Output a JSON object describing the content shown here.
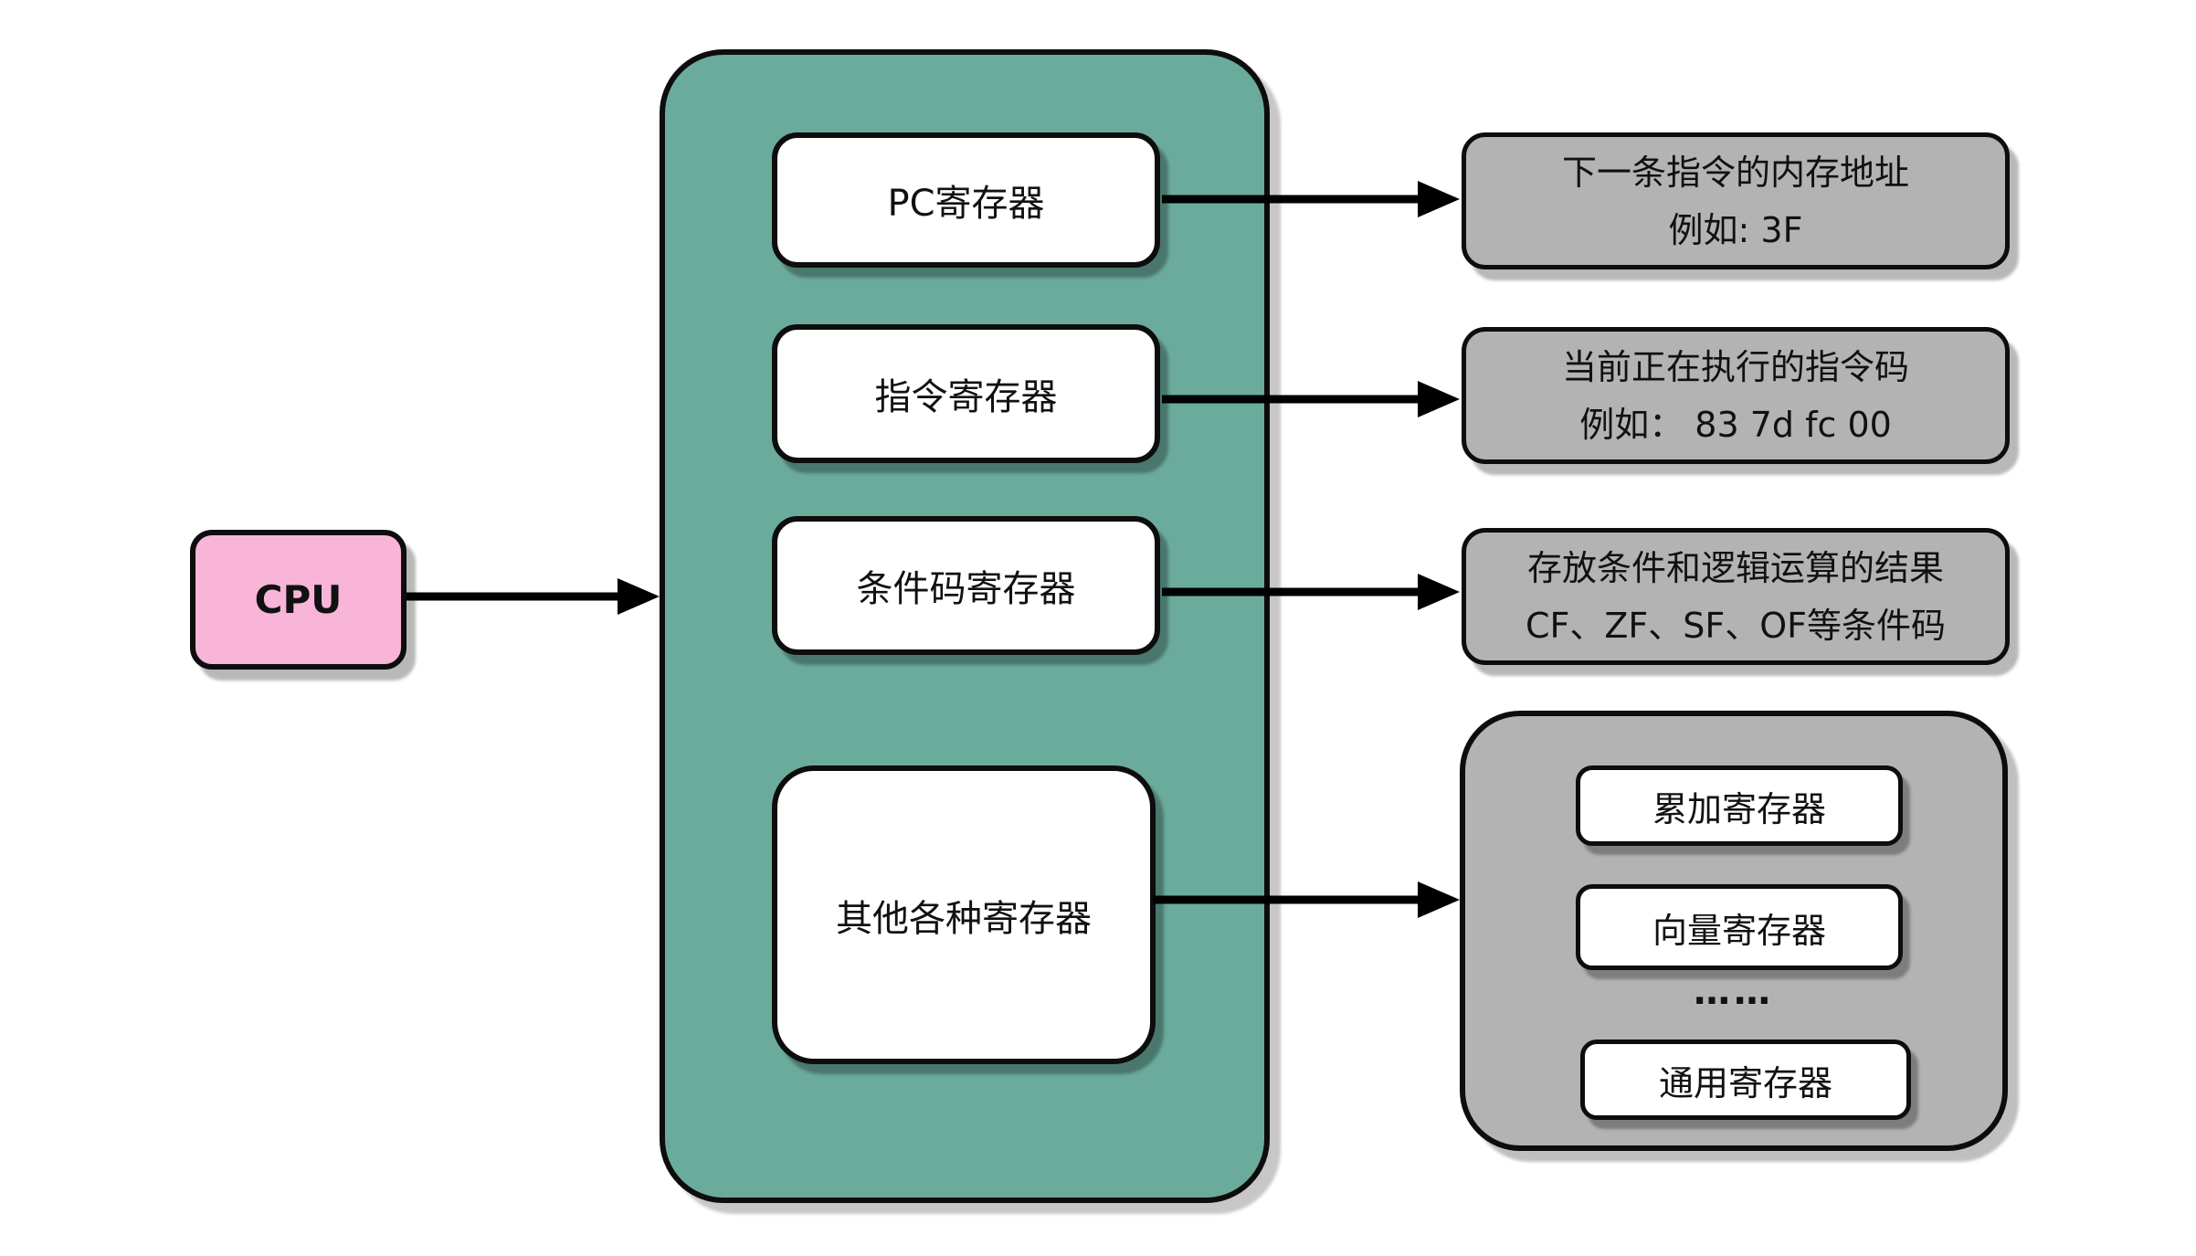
{
  "cpu": {
    "label": "CPU"
  },
  "register_container": {
    "pc": "PC寄存器",
    "instruction": "指令寄存器",
    "condition": "条件码寄存器",
    "other": "其他各种寄存器"
  },
  "annotations": {
    "pc_desc": {
      "line1": "下一条指令的内存地址",
      "line2": "例如: 3F"
    },
    "instruction_desc": {
      "line1": "当前正在执行的指令码",
      "line2": "例如： 83 7d fc 00"
    },
    "condition_desc": {
      "line1": "存放条件和逻辑运算的结果",
      "line2": "CF、ZF、SF、OF等条件码"
    }
  },
  "other_register_group": {
    "accumulator": "累加寄存器",
    "vector": "向量寄存器",
    "ellipsis": "……",
    "general": "通用寄存器"
  },
  "colors": {
    "cpu_fill": "#F8B5D8",
    "container_fill": "#6BAB9C",
    "description_fill": "#B3B3B3",
    "register_fill": "#FFFFFF",
    "border": "#0D0D0D",
    "arrow": "#000000"
  }
}
